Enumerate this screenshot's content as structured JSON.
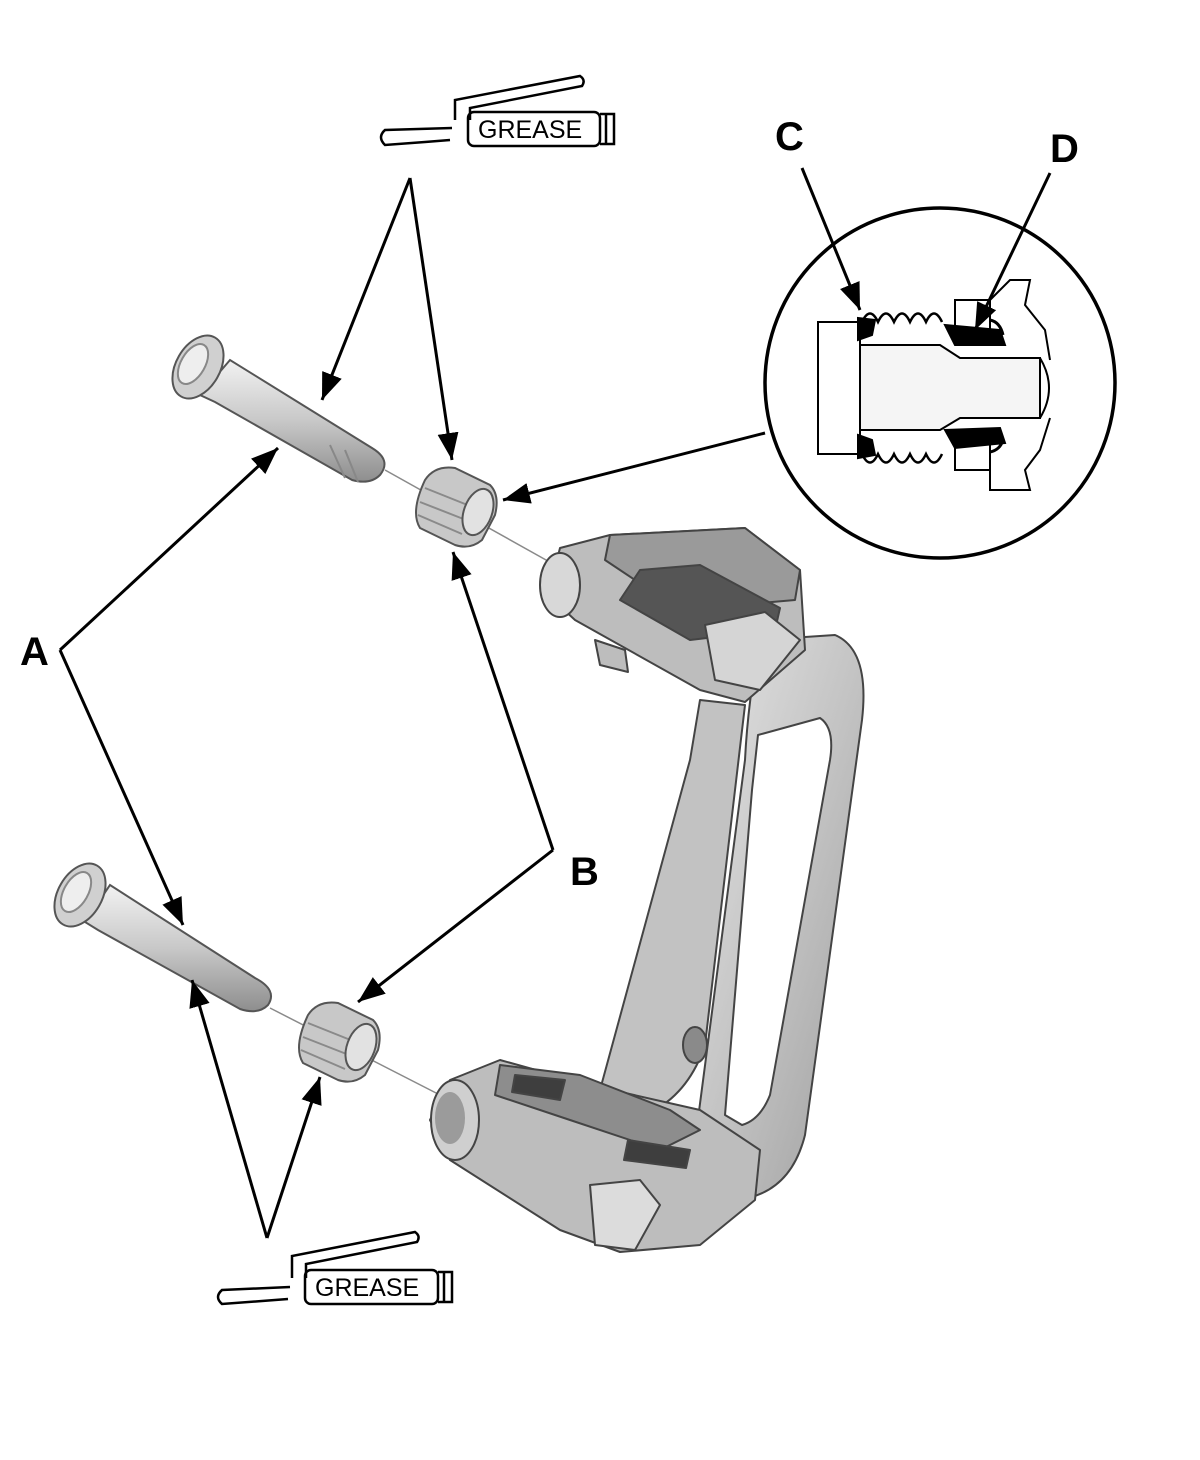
{
  "labels": {
    "a": "A",
    "b": "B",
    "c": "C",
    "d": "D"
  },
  "grease_top": "GREASE",
  "grease_bottom": "GREASE",
  "colors": {
    "line": "#000000",
    "part_light": "#d4d4d4",
    "part_mid": "#b5b5b5",
    "part_dark": "#6a6a6a",
    "part_shadow": "#3c3c3c",
    "background": "#ffffff"
  }
}
